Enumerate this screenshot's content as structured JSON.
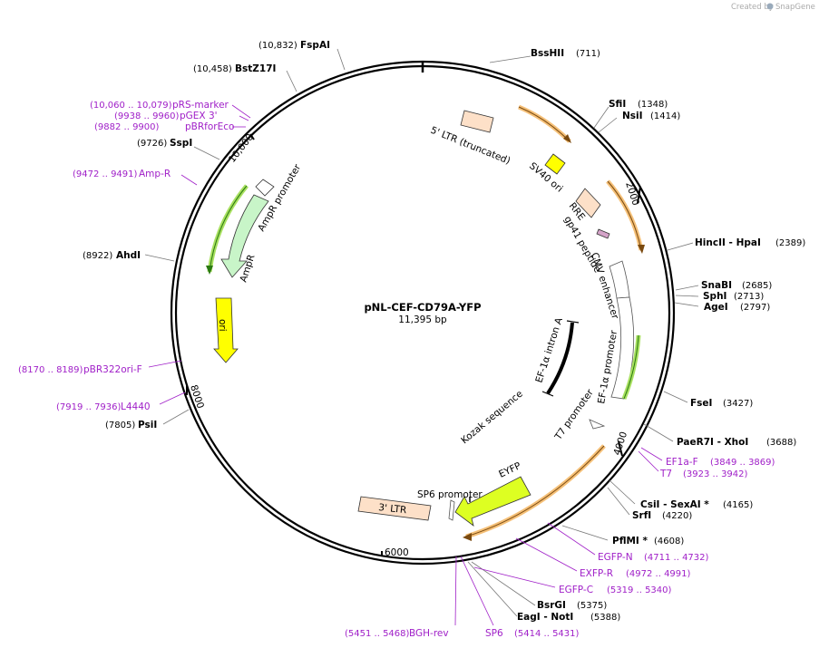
{
  "watermark": {
    "prefix": "Created by",
    "brand": "SnapGene"
  },
  "plasmid": {
    "name": "pNL-CEF-CD79A-YFP",
    "size_label": "11,395 bp"
  },
  "ticks": [
    {
      "label": "2000"
    },
    {
      "label": "4000"
    },
    {
      "label": "6000"
    },
    {
      "label": "8000"
    },
    {
      "label": "10,000"
    }
  ],
  "features": [
    {
      "name": "5' LTR (truncated)",
      "color": "#fde0c8"
    },
    {
      "name": "SV40 ori",
      "color": "#ffff00"
    },
    {
      "name": "RRE",
      "color": "#fde0c8"
    },
    {
      "name": "gp41 peptide",
      "color": "#d4a3c8"
    },
    {
      "name": "CMV enhancer",
      "color": "#ffffff"
    },
    {
      "name": "EF-1α promoter",
      "color": "#ffffff"
    },
    {
      "name": "EF-1α intron A",
      "color": "#000000"
    },
    {
      "name": "T7 promoter",
      "color": "#ffffff"
    },
    {
      "name": "Kozak sequence",
      "color": "#000000"
    },
    {
      "name": "EYFP",
      "color": "#ddff22"
    },
    {
      "name": "SP6 promoter",
      "color": "#ffffff"
    },
    {
      "name": "3' LTR",
      "color": "#fde0c8"
    },
    {
      "name": "ori",
      "color": "#ffff00"
    },
    {
      "name": "AmpR",
      "color": "#c8f5c8"
    },
    {
      "name": "AmpR promoter",
      "color": "#ffffff"
    }
  ],
  "sites": [
    {
      "name": "BssHII",
      "pos": "(711)"
    },
    {
      "name": "SfiI",
      "pos": "(1348)"
    },
    {
      "name": "NsiI",
      "pos": "(1414)"
    },
    {
      "name": "HincII  - HpaI",
      "pos": "(2389)"
    },
    {
      "name": "SnaBI",
      "pos": "(2685)"
    },
    {
      "name": "SphI",
      "pos": "(2713)"
    },
    {
      "name": "AgeI",
      "pos": "(2797)"
    },
    {
      "name": "FseI",
      "pos": "(3427)"
    },
    {
      "name": "PaeR7I  - XhoI",
      "pos": "(3688)"
    },
    {
      "name": "CsiI  - SexAI *",
      "pos": "(4165)"
    },
    {
      "name": "SrfI",
      "pos": "(4220)"
    },
    {
      "name": "PflMI *",
      "pos": "(4608)"
    },
    {
      "name": "BsrGI",
      "pos": "(5375)"
    },
    {
      "name": "EagI  - NotI",
      "pos": "(5388)"
    },
    {
      "name": "PsiI",
      "pos": "(7805)"
    },
    {
      "name": "AhdI",
      "pos": "(8922)"
    },
    {
      "name": "SspI",
      "pos": "(9726)"
    },
    {
      "name": "BstZ17I",
      "pos": "(10,458)"
    },
    {
      "name": "FspAI",
      "pos": "(10,832)"
    }
  ],
  "primers": [
    {
      "name": "EF1a-F",
      "pos": "(3849 .. 3869)"
    },
    {
      "name": "T7",
      "pos": "(3923 .. 3942)"
    },
    {
      "name": "EGFP-N",
      "pos": "(4711 .. 4732)"
    },
    {
      "name": "EXFP-R",
      "pos": "(4972 .. 4991)"
    },
    {
      "name": "EGFP-C",
      "pos": "(5319 .. 5340)"
    },
    {
      "name": "SP6",
      "pos": "(5414 .. 5431)"
    },
    {
      "name": "BGH-rev",
      "pos": "(5451 .. 5468)"
    },
    {
      "name": "L4440",
      "pos": "(7919 .. 7936)"
    },
    {
      "name": "pBR322ori-F",
      "pos": "(8170 .. 8189)"
    },
    {
      "name": "Amp-R",
      "pos": "(9472 .. 9491)"
    },
    {
      "name": "pBRforEco",
      "pos": "(9882 .. 9900)"
    },
    {
      "name": "pGEX 3'",
      "pos": "(9938 .. 9960)"
    },
    {
      "name": "pRS-marker",
      "pos": "(10,060 .. 10,079)"
    }
  ],
  "colors": {
    "primer": "#a020c8",
    "orf_highlight": "#f5c078",
    "orf_line": "#7a4a10",
    "promoter_highlight": "#a8e060"
  }
}
